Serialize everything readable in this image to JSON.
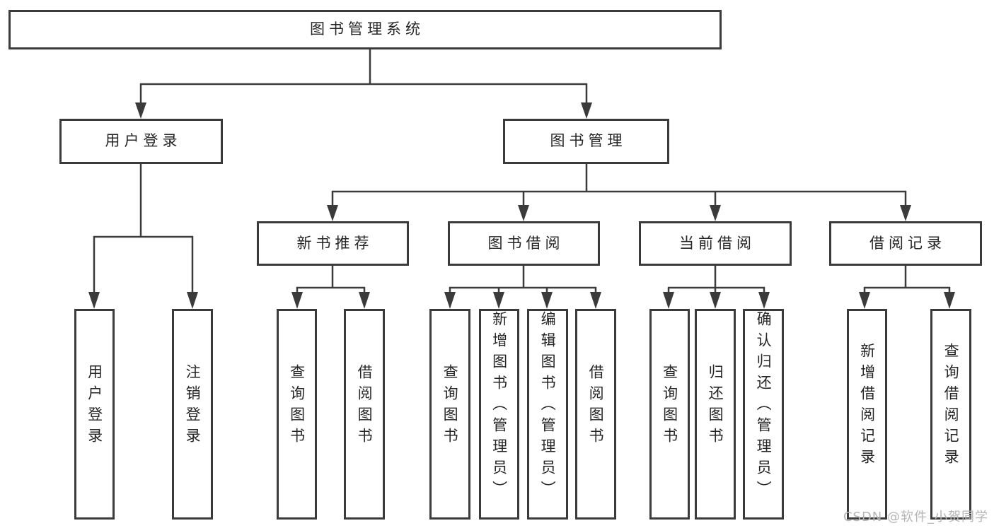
{
  "diagram": {
    "root": {
      "label": "图书管理系统",
      "children": [
        {
          "label": "用户登录",
          "children": [
            {
              "label": "用户登录"
            },
            {
              "label": "注销登录"
            }
          ]
        },
        {
          "label": "图书管理",
          "children": [
            {
              "label": "新书推荐",
              "children": [
                {
                  "label": "查询图书"
                },
                {
                  "label": "借阅图书"
                }
              ]
            },
            {
              "label": "图书借阅",
              "children": [
                {
                  "label": "查询图书"
                },
                {
                  "label": "新增图书（管理员）"
                },
                {
                  "label": "编辑图书（管理员）"
                },
                {
                  "label": "借阅图书"
                }
              ]
            },
            {
              "label": "当前借阅",
              "children": [
                {
                  "label": "查询图书"
                },
                {
                  "label": "归还图书"
                },
                {
                  "label": "确认归还（管理员）"
                }
              ]
            },
            {
              "label": "借阅记录",
              "children": [
                {
                  "label": "新增借阅记录"
                },
                {
                  "label": "查询借阅记录"
                }
              ]
            }
          ]
        }
      ]
    }
  },
  "watermark": {
    "text": "CSDN @软件_小贺同学"
  },
  "colors": {
    "line": "#3b3b3b",
    "text": "#262626",
    "watermark": "#b5b5b5",
    "background": "#ffffff"
  }
}
